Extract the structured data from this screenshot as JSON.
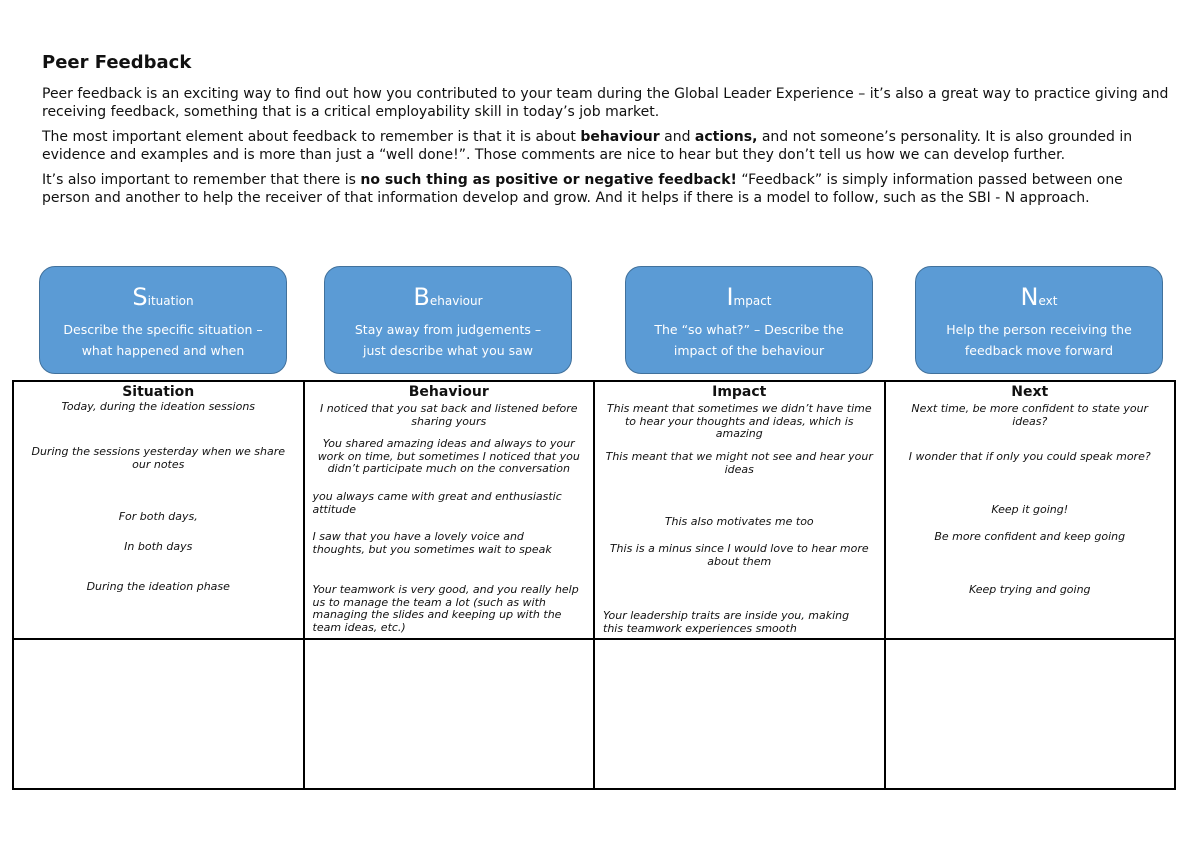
{
  "title": "Peer Feedback",
  "intro": {
    "p1": "Peer feedback is an exciting way to find out how you contributed to your team during the Global Leader Experience – it’s also a great way to practice giving and receiving feedback, something that is a critical employability skill in today’s job market.",
    "p2_a": "The most important element about feedback to remember is that it is about ",
    "p2_b": "behaviour",
    "p2_c": " and ",
    "p2_d": "actions,",
    "p2_e": " and not someone’s personality. It is also grounded in evidence and examples and is more than just a “well done!”. Those comments are nice to hear but they don’t tell us how we can develop further.",
    "p3_a": "It’s also important to remember that there is ",
    "p3_b": "no such thing as positive or negative feedback!",
    "p3_c": " “Feedback” is simply information passed between one person and another to help the receiver of that information develop and grow. And it helps if there is a model to follow, such as the SBI - N approach."
  },
  "model": [
    {
      "cap": "S",
      "rest": "ituation",
      "desc": "Describe the specific situation – what happened and when"
    },
    {
      "cap": "B",
      "rest": "ehaviour",
      "desc": "Stay away from judgements – just describe what you saw"
    },
    {
      "cap": "I",
      "rest": "mpact",
      "desc": "The “so what?” – Describe the impact of the behaviour"
    },
    {
      "cap": "N",
      "rest": "ext",
      "desc": "Help the person receiving the feedback move forward"
    }
  ],
  "table": {
    "headers": [
      "Situation",
      "Behaviour",
      "Impact",
      "Next"
    ],
    "situation": [
      "Today, during the ideation sessions",
      "During the sessions yesterday when we share our notes",
      "For both days,",
      "In both days",
      "During the ideation phase"
    ],
    "behaviour": [
      "I noticed that you sat back and listened before sharing yours",
      "You shared amazing ideas and always to your work on time, but sometimes I noticed that you didn’t participate much on the conversation",
      "you always came with great and enthusiastic attitude",
      "I saw that you have a lovely voice and thoughts, but you sometimes wait to speak",
      "Your teamwork is very good, and you really help us to manage the team a lot (such as with managing the slides and keeping up with the team ideas, etc.)"
    ],
    "impact": [
      "This meant that sometimes we didn’t have time to hear your thoughts and ideas, which is amazing",
      "This meant that we might not see and hear your ideas",
      "This also motivates me too",
      "This is a minus since I would love to hear more about them",
      "Your leadership traits are inside you, making this teamwork experiences smooth"
    ],
    "next": [
      "Next time, be more confident to state your ideas?",
      "I wonder that if only you could speak more?",
      "Keep it going!",
      "Be more confident and keep going",
      "Keep trying and going"
    ]
  }
}
